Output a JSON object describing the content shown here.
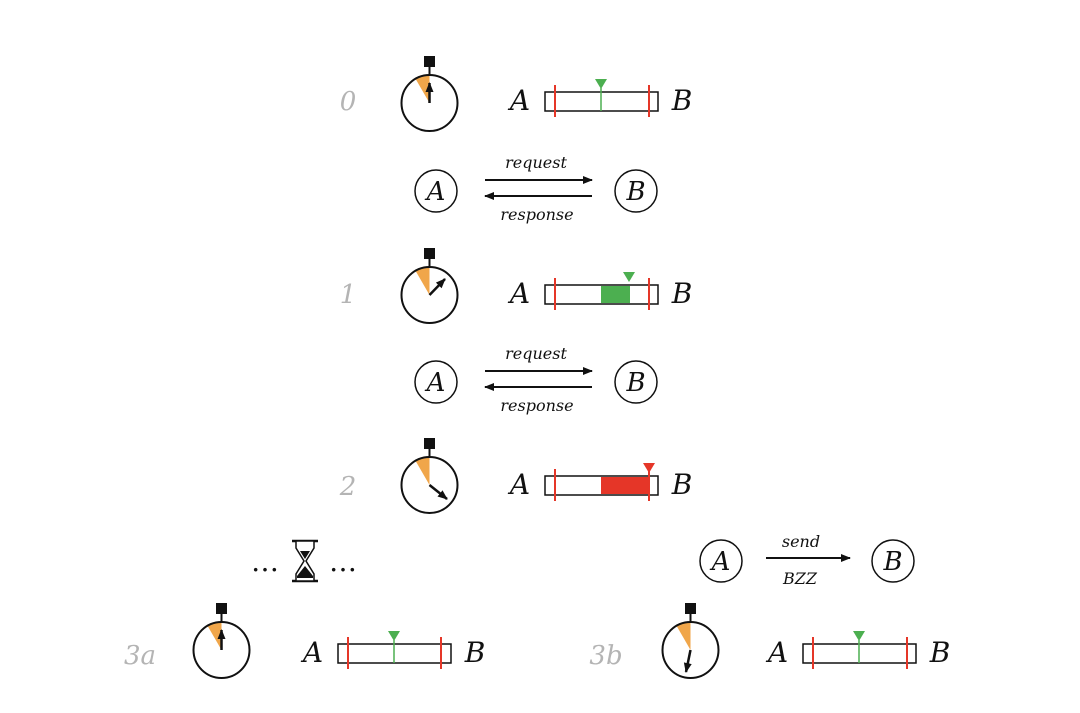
{
  "colors": {
    "ink": "#111111",
    "step_label": "#b4b4b4",
    "window_wedge": "#f0a64a",
    "ok": "#4caf50",
    "expired": "#e53628",
    "boundary": "#e53628"
  },
  "icons": [
    "stopwatch-icon",
    "hourglass-icon"
  ],
  "steps": {
    "s0": {
      "label": "0",
      "window_fill": 0,
      "fill_state": "none"
    },
    "s1": {
      "label": "1",
      "window_fill": 0.5,
      "fill_state": "ok"
    },
    "s2": {
      "label": "2",
      "window_fill": 1.0,
      "fill_state": "expired"
    },
    "s3a": {
      "label": "3a",
      "window_fill": 0,
      "fill_state": "none"
    },
    "s3b": {
      "label": "3b",
      "window_fill": 0,
      "fill_state": "none"
    }
  },
  "bars": {
    "left_end": "A",
    "right_end": "B"
  },
  "nodes": {
    "a": "A",
    "b": "B"
  },
  "edges": {
    "request": "request",
    "response": "response",
    "send": "send",
    "bzz": "BZZ"
  },
  "ellipsis": "…"
}
